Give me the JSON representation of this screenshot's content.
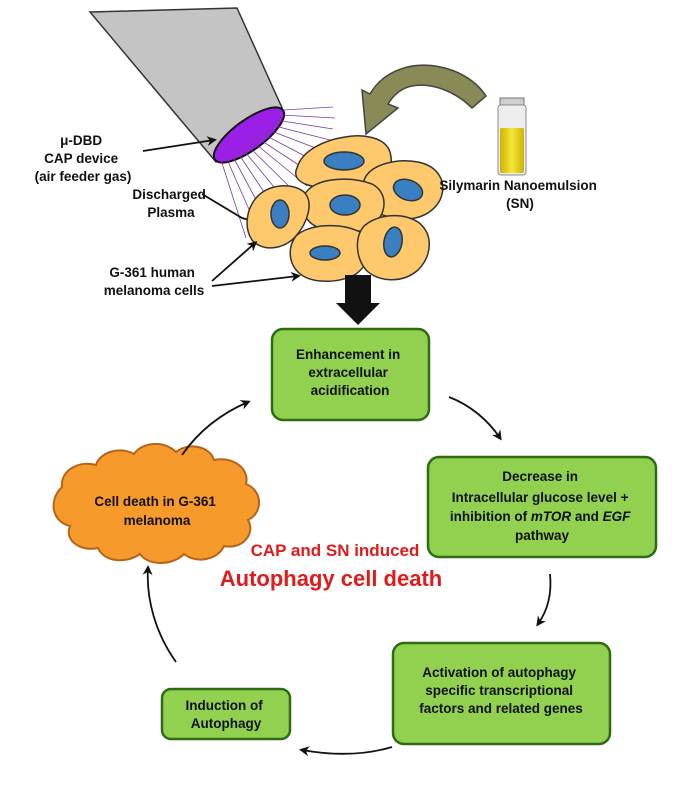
{
  "labels": {
    "device": [
      "μ-DBD",
      "CAP device",
      "(air feeder gas)"
    ],
    "plasma": [
      "Discharged",
      "Plasma"
    ],
    "cells": [
      "G-361 human",
      "melanoma cells"
    ],
    "sn": [
      "Silymarin Nanoemulsion",
      "(SN)"
    ]
  },
  "steps": {
    "step1": [
      "Enhancement in",
      "extracellular",
      "acidification"
    ],
    "step2": {
      "line1": "Decrease in",
      "line2": "Intracellular glucose level +",
      "line3_prefix": "inhibition of ",
      "line3_gene1": "mTOR",
      "line3_mid": " and ",
      "line3_gene2": "EGF",
      "line4": "pathway"
    },
    "step3": [
      "Activation of autophagy",
      "specific transcriptional",
      "factors and related genes"
    ],
    "step4": [
      "Induction of",
      "Autophagy"
    ],
    "step5": [
      "Cell death in G-361",
      "melanoma"
    ]
  },
  "center": {
    "subtitle": "CAP and SN induced",
    "title": "Autophagy cell death"
  },
  "colors": {
    "box_fill": "#92d050",
    "box_stroke": "#2e6b12",
    "cloud_fill": "#f79a2c",
    "cell_fill": "#fdc96c",
    "nucleus_fill": "#3a7fc2",
    "ellipse_fill": "#9b1fe6",
    "vial_liquid": "#e8d200",
    "curved_arrow": "#8a8a56",
    "center_text": "#e01b1b"
  }
}
